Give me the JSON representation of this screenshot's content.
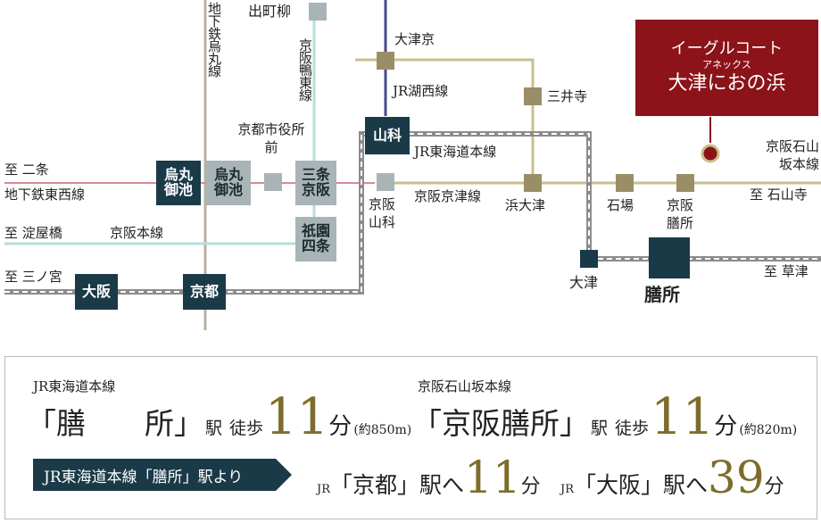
{
  "map": {
    "dest_left_1": "至 二条",
    "tozai_line": "地下鉄東西線",
    "dest_left_2": "至 淀屋橋",
    "keihan_main_left": "京阪本線",
    "dest_left_3": "至 三ノ宮",
    "karasuma_line": "地下鉄烏丸線",
    "demachiyanagi": "出町柳",
    "keihan_oto_line": "京阪鴨東線",
    "kyoto_shiyakusho": "京都市役所前",
    "otsukyo": "大津京",
    "jr_kosei": "JR湖西線",
    "miidera": "三井寺",
    "jr_tokaido": "JR東海道本線",
    "keihan_keishin": "京阪京津線",
    "hamaotsu": "浜大津",
    "ishiba": "石場",
    "keihan_zeze_label": "京阪膳所",
    "keihan_ishiyama_line": "京阪石山坂本線",
    "dest_ishiyamadera": "至 石山寺",
    "dest_kusatsu": "至 草津",
    "otsu": "大津",
    "zeze": "膳所",
    "keihan_yamashina": "京阪山科",
    "st_karasuma_oike_1": "烏丸御池",
    "st_karasuma_oike_2": "烏丸御池",
    "st_sanjo_keihan": "三条京阪",
    "st_gion_shijo": "祇園四条",
    "st_yamashina": "山科",
    "st_osaka": "大阪",
    "st_kyoto": "京都",
    "property_line1": "イーグルコート",
    "property_line2": "アネックス",
    "property_line3": "大津におの浜"
  },
  "info": {
    "jr_line_label": "JR東海道本線",
    "zeze_station": "「膳　　所」",
    "eki1": "駅",
    "walk1": "徒歩",
    "walk1_minutes": "11",
    "fun1": "分",
    "walk1_dist": "(約850m)",
    "keihan_line_label": "京阪石山坂本線",
    "keihan_zeze_station": "「京阪膳所」",
    "eki2": "駅",
    "walk2": "徒歩",
    "walk2_minutes": "11",
    "fun2": "分",
    "walk2_dist": "(約820m)",
    "from_label": "JR東海道本線「膳所」駅より",
    "jr_prefix1": "JR",
    "to_kyoto": "「京都」駅へ",
    "kyoto_minutes": "11",
    "fun3": "分",
    "jr_prefix2": "JR",
    "to_osaka": "「大阪」駅へ",
    "osaka_minutes": "39",
    "fun4": "分"
  },
  "colors": {
    "tozai_line": "#d98a94",
    "keihan_line": "#b7dcd8",
    "karasuma_line": "#b9afa6",
    "keishin_line": "#c9bf8c",
    "kosei_line": "#4a4a8c",
    "jr_tokaido_line": "#8c8c8c",
    "station_dark": "#1b3a48",
    "station_gray": "#a8b4b5",
    "accent_red": "#8b1319",
    "minutes_gold": "#7d6d2a"
  }
}
